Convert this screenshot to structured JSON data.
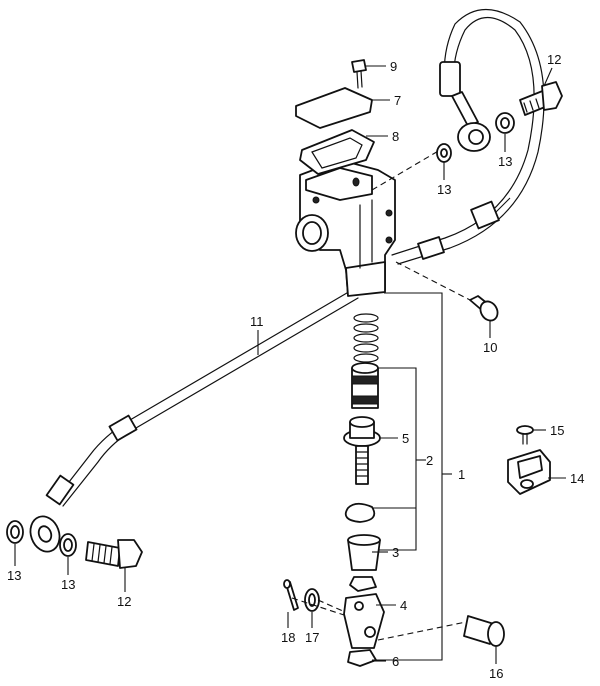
{
  "callouts": {
    "c1": "1",
    "c2": "2",
    "c3": "3",
    "c4": "4",
    "c5": "5",
    "c6": "6",
    "c7": "7",
    "c8": "8",
    "c9": "9",
    "c10": "10",
    "c11": "11",
    "c12a": "12",
    "c12b": "12",
    "c13a": "13",
    "c13b": "13",
    "c13c": "13",
    "c13d": "13",
    "c14": "14",
    "c15": "15",
    "c16": "16",
    "c17": "17",
    "c18": "18"
  }
}
